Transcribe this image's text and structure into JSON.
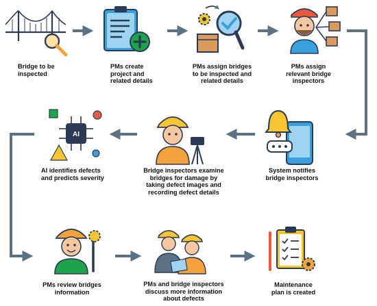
{
  "colors": {
    "arrow": "#5b7184",
    "navy": "#2b3a55",
    "orange": "#f4a23c",
    "yellow": "#f7c531",
    "blue": "#3aa0db",
    "green": "#1fa34a",
    "skin": "#f5c8a0",
    "brown": "#8a5a3c"
  },
  "steps": [
    {
      "id": "bridge",
      "icon": "suspension-bridge-magnifier-icon",
      "label": "Bridge to be\ninspected"
    },
    {
      "id": "create",
      "icon": "clipboard-plus-icon",
      "label": "PMs create\nproject and\nrelated details"
    },
    {
      "id": "assign-bridges",
      "icon": "gears-box-magnifier-check-icon",
      "label": "PMs assign bridges\nto be inspected and\nrelated details"
    },
    {
      "id": "assign-inspectors",
      "icon": "manager-boxes-network-icon",
      "label": "PMs assign\nrelevant bridge\ninspectors"
    },
    {
      "id": "notify",
      "icon": "bell-phone-chat-icon",
      "label": "System notifies\nbridge inspectors"
    },
    {
      "id": "examine",
      "icon": "inspector-theodolite-icon",
      "label": "Bridge inspectors examine\nbridges for damage by\ntaking defect images and\nrecording defect details"
    },
    {
      "id": "ai",
      "icon": "ai-chip-shapes-icon",
      "label": "AI identifies defects\nand predicts severity"
    },
    {
      "id": "review",
      "icon": "engineer-wrench-gear-icon",
      "label": "PMs review bridges\ninformation"
    },
    {
      "id": "discuss",
      "icon": "two-workers-documents-icon",
      "label": "PMs and bridge inspectors\ndiscuss more information\nabout defects"
    },
    {
      "id": "plan",
      "icon": "clipboard-checklist-gear-icon",
      "label": "Maintenance\nplan is created"
    }
  ]
}
